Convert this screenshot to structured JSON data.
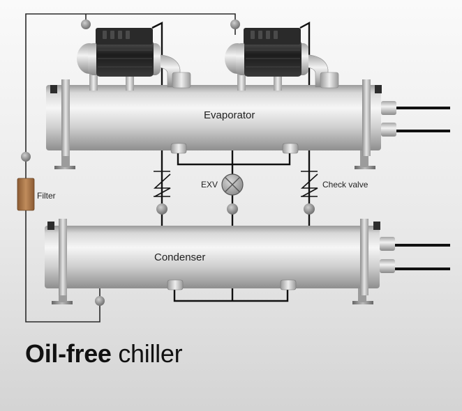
{
  "labels": {
    "evaporator": "Evaporator",
    "condenser": "Condenser",
    "exv": "EXV",
    "check_valve": "Check valve",
    "filter": "Filter"
  },
  "title": {
    "bold": "Oil-free",
    "rest": " chiller"
  },
  "colors": {
    "steel_dark": "#8a8a8a",
    "steel_light": "#f3f3f3",
    "line": "#2a2a2a",
    "filter": "#b07a4a",
    "motor": "#2d2d2d"
  }
}
